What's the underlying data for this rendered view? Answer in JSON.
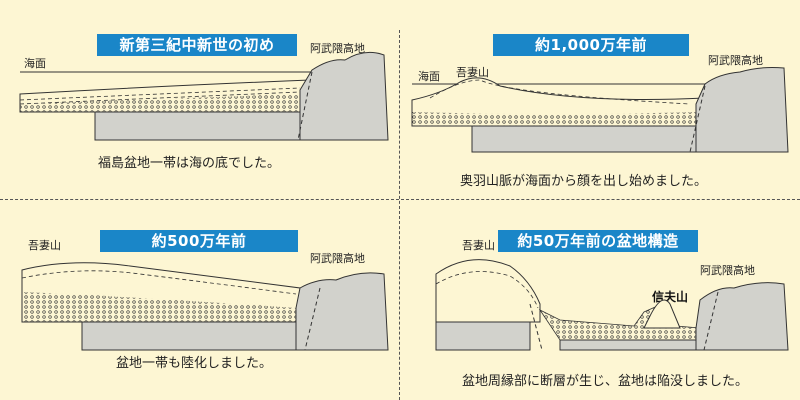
{
  "panels": [
    {
      "title": "新第三紀中新世の初め",
      "caption": "福島盆地一帯は海の底でした。",
      "labels": {
        "sea": "海面",
        "highland": "阿武隈高地"
      }
    },
    {
      "title": "約1,000万年前",
      "caption": "奥羽山脈が海面から顔を出し始めました。",
      "labels": {
        "sea": "海面",
        "mountain": "吾妻山",
        "highland": "阿武隈高地"
      }
    },
    {
      "title": "約500万年前",
      "caption": "盆地一帯も陸化しました。",
      "labels": {
        "mountain": "吾妻山",
        "highland": "阿武隈高地"
      }
    },
    {
      "title": "約50万年前の盆地構造",
      "caption": "盆地周縁部に断層が生じ、盆地は陥没しました。",
      "labels": {
        "mountain": "吾妻山",
        "highland": "阿武隈高地",
        "peak": "信夫山"
      }
    }
  ],
  "colors": {
    "title_bg": "#1a86c8",
    "background": "#fdf6d3",
    "rock": "#d2d2cc",
    "line": "#333333"
  }
}
